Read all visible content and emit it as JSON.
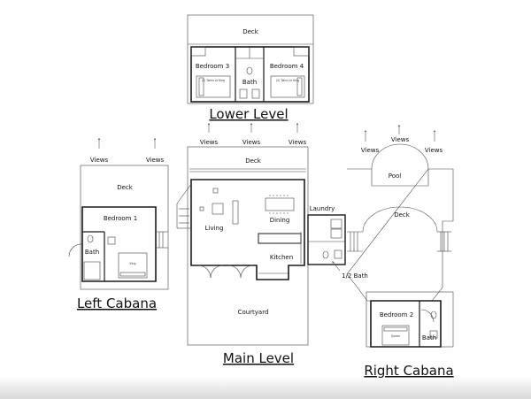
{
  "colors": {
    "background": "#ffffff",
    "line": "#1a1a1a",
    "bottom_fade": "#d9d9d9"
  },
  "lower_level": {
    "title": "Lower Level",
    "deck": "Deck",
    "bedroom_3": "Bedroom 3",
    "bath": "Bath",
    "bedroom_4": "Bedroom 4",
    "bed_note_left": "(2) Twins or King",
    "bed_note_right": "(2) Twins or King"
  },
  "main_level": {
    "title": "Main Level",
    "views": [
      "Views",
      "Views",
      "Views"
    ],
    "deck": "Deck",
    "living": "Living",
    "dining": "Dining",
    "kitchen": "Kitchen",
    "laundry": "Laundry",
    "half_bath": "1/2 Bath",
    "courtyard": "Courtyard"
  },
  "left_cabana": {
    "title": "Left Cabana",
    "views": [
      "Views",
      "Views"
    ],
    "deck": "Deck",
    "bedroom_1": "Bedroom 1",
    "bath": "Bath",
    "bed": "King"
  },
  "pool_area": {
    "views": [
      "Views",
      "Views",
      "Views"
    ],
    "pool": "Pool",
    "deck": "Deck"
  },
  "right_cabana": {
    "title": "Right Cabana",
    "bedroom_2": "Bedroom 2",
    "bath": "Bath",
    "bed": "Queen"
  }
}
